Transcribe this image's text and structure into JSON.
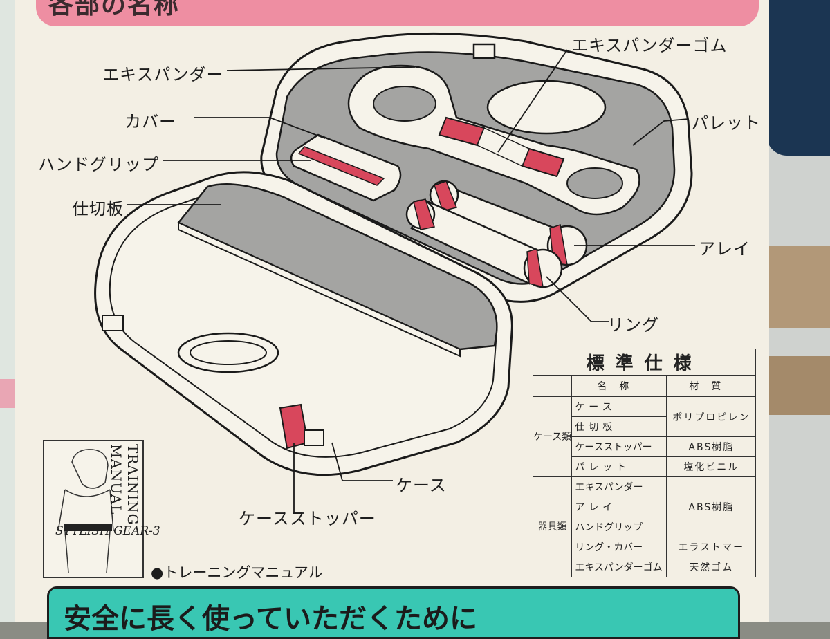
{
  "header": {
    "title": "各部の名称"
  },
  "labels": {
    "expander": "エキスパンダー",
    "expander_rubber": "エキスパンダーゴム",
    "cover": "カバー",
    "palette": "パレット",
    "hand_grip": "ハンドグリップ",
    "divider": "仕切板",
    "dumbbell": "アレイ",
    "ring": "リング",
    "case": "ケース",
    "case_stopper": "ケースストッパー"
  },
  "manual": {
    "title": "TRAINING MANUAL",
    "subtitle": "STYLISH GEAR-3",
    "caption": "●トレーニングマニュアル"
  },
  "spec_table": {
    "title": "標準仕様",
    "col_name": "名称",
    "col_material": "材質",
    "group_case": "ケース類",
    "group_equipment": "器具類",
    "rows": [
      {
        "name": "ケース",
        "material": "ポリプロピレン"
      },
      {
        "name": "仕切板",
        "material": ""
      },
      {
        "name": "ケースストッパー",
        "material": "ABS樹脂"
      },
      {
        "name": "パレット",
        "material": "塩化ビニル"
      },
      {
        "name": "エキスパンダー",
        "material": "ABS樹脂"
      },
      {
        "name": "アレイ",
        "material": ""
      },
      {
        "name": "ハンドグリップ",
        "material": ""
      },
      {
        "name": "リング・カバー",
        "material": "エラストマー"
      },
      {
        "name": "エキスパンダーゴム",
        "material": "天然ゴム"
      }
    ]
  },
  "bottom": {
    "title": "安全に長く使っていただくために"
  },
  "colors": {
    "header_pink": "#ee8ea2",
    "accent_red": "#d8475c",
    "teal": "#39c7b3",
    "paper": "#f3efe4"
  }
}
